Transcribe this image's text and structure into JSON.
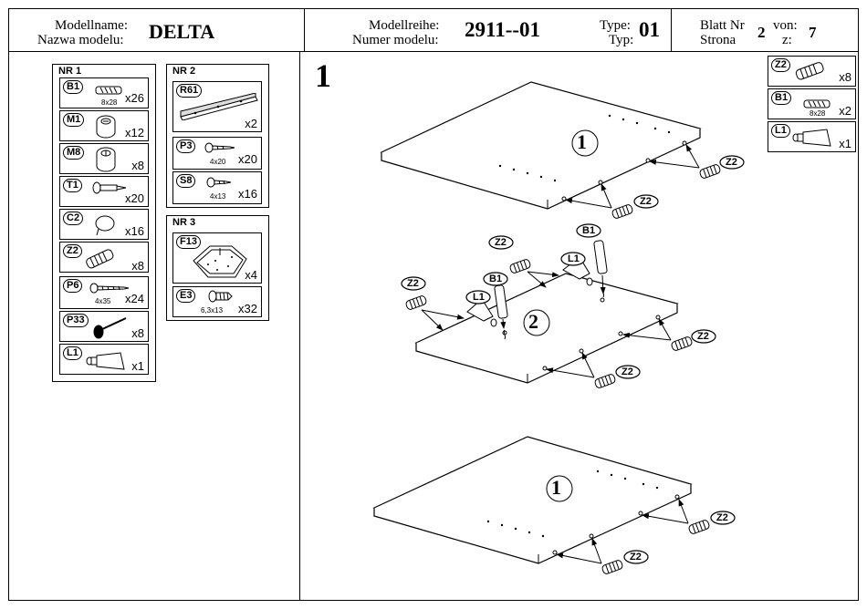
{
  "header": {
    "model_name_label_de": "Modellname:",
    "model_name_label_pl": "Nazwa modelu:",
    "model_name": "DELTA",
    "series_label_de": "Modellreihe:",
    "series_label_pl": "Numer modelu:",
    "series": "2911--01",
    "type_label_de": "Type:",
    "type_label_pl": "Typ:",
    "type": "01",
    "sheet_label_de": "Blatt Nr",
    "sheet_label_pl": "Strona",
    "sheet": "2",
    "of_label_de": "von:",
    "of_label_pl": "z:",
    "of": "7"
  },
  "step_number": "1",
  "group1": {
    "label": "NR 1",
    "items": [
      {
        "code": "B1",
        "size": "8x28",
        "qty": "x26"
      },
      {
        "code": "M1",
        "size": "",
        "qty": "x12"
      },
      {
        "code": "M8",
        "size": "",
        "qty": "x8"
      },
      {
        "code": "T1",
        "size": "",
        "qty": "x20"
      },
      {
        "code": "C2",
        "size": "",
        "qty": "x16"
      },
      {
        "code": "Z2",
        "size": "",
        "qty": "x8"
      },
      {
        "code": "P6",
        "size": "4x35",
        "qty": "x24"
      },
      {
        "code": "P33",
        "size": "",
        "qty": "x8"
      },
      {
        "code": "L1",
        "size": "",
        "qty": "x1"
      }
    ]
  },
  "group2": {
    "label": "NR 2",
    "items": [
      {
        "code": "R61",
        "size": "",
        "qty": "x2"
      },
      {
        "code": "P3",
        "size": "4x20",
        "qty": "x20"
      },
      {
        "code": "S8",
        "size": "4x13",
        "qty": "x16"
      }
    ]
  },
  "group3": {
    "label": "NR 3",
    "items": [
      {
        "code": "F13",
        "size": "",
        "qty": "x4"
      },
      {
        "code": "E3",
        "size": "6,3x13",
        "qty": "x32"
      }
    ]
  },
  "step_parts": [
    {
      "code": "Z2",
      "size": "",
      "qty": "x8"
    },
    {
      "code": "B1",
      "size": "8x28",
      "qty": "x2"
    },
    {
      "code": "L1",
      "size": "",
      "qty": "x1"
    }
  ],
  "diagram": {
    "board_top_label": "1",
    "board_mid_label": "2",
    "board_bottom_label": "1",
    "callouts": {
      "z2": "Z2",
      "b1": "B1",
      "l1": "L1"
    }
  }
}
